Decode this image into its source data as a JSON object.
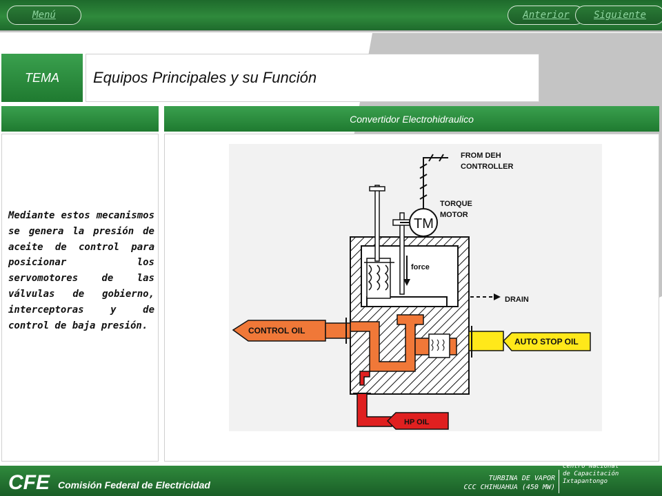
{
  "nav": {
    "menu_label": "Menú",
    "prev_label": "Anterior",
    "next_label": "Siguiente"
  },
  "header": {
    "tema_label": "TEMA",
    "title": "Equipos Principales y su Función"
  },
  "panel": {
    "diagram_title": "Convertidor Electrohidraulico",
    "description": "Mediante estos mecanismos se genera la presión de aceite de control para posicionar los servomotores de las válvulas de gobierno, interceptoras y de control de baja presión."
  },
  "diagram": {
    "from_deh": "FROM DEH",
    "controller": "CONTROLLER",
    "torque": "TORQUE",
    "motor": "MOTOR",
    "tm": "TM",
    "force": "force",
    "drain": "DRAIN",
    "control_oil": "CONTROL OIL",
    "auto_stop_oil": "AUTO STOP OIL",
    "hp_oil": "HP OIL"
  },
  "footer": {
    "logo_text": "CFE",
    "company": "Comisión Federal de Electricidad",
    "turbina_line1": "TURBINA DE VAPOR",
    "turbina_line2": "CCC CHIHUAHUA (450 MW)",
    "centro": "Centro Nacional de Capacitación Ixtapantongo"
  },
  "colors": {
    "green": "#2f8a3c",
    "orange": "#f07838",
    "red": "#e02020",
    "yellow": "#ffe81a"
  }
}
